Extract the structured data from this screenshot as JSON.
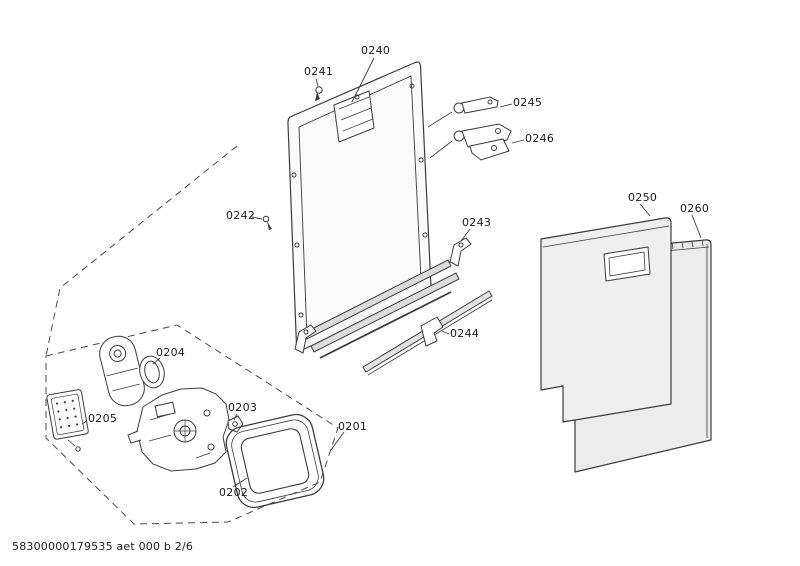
{
  "diagram": {
    "footer_text": "58300000179535 aet 000 b 2/6",
    "parts": [
      {
        "label": "0240"
      },
      {
        "label": "0241"
      },
      {
        "label": "0242"
      },
      {
        "label": "0243"
      },
      {
        "label": "0244"
      },
      {
        "label": "0245"
      },
      {
        "label": "0246"
      },
      {
        "label": "0250"
      },
      {
        "label": "0260"
      },
      {
        "label": "0201"
      },
      {
        "label": "0202"
      },
      {
        "label": "0203"
      },
      {
        "label": "0204"
      },
      {
        "label": "0205"
      }
    ]
  }
}
